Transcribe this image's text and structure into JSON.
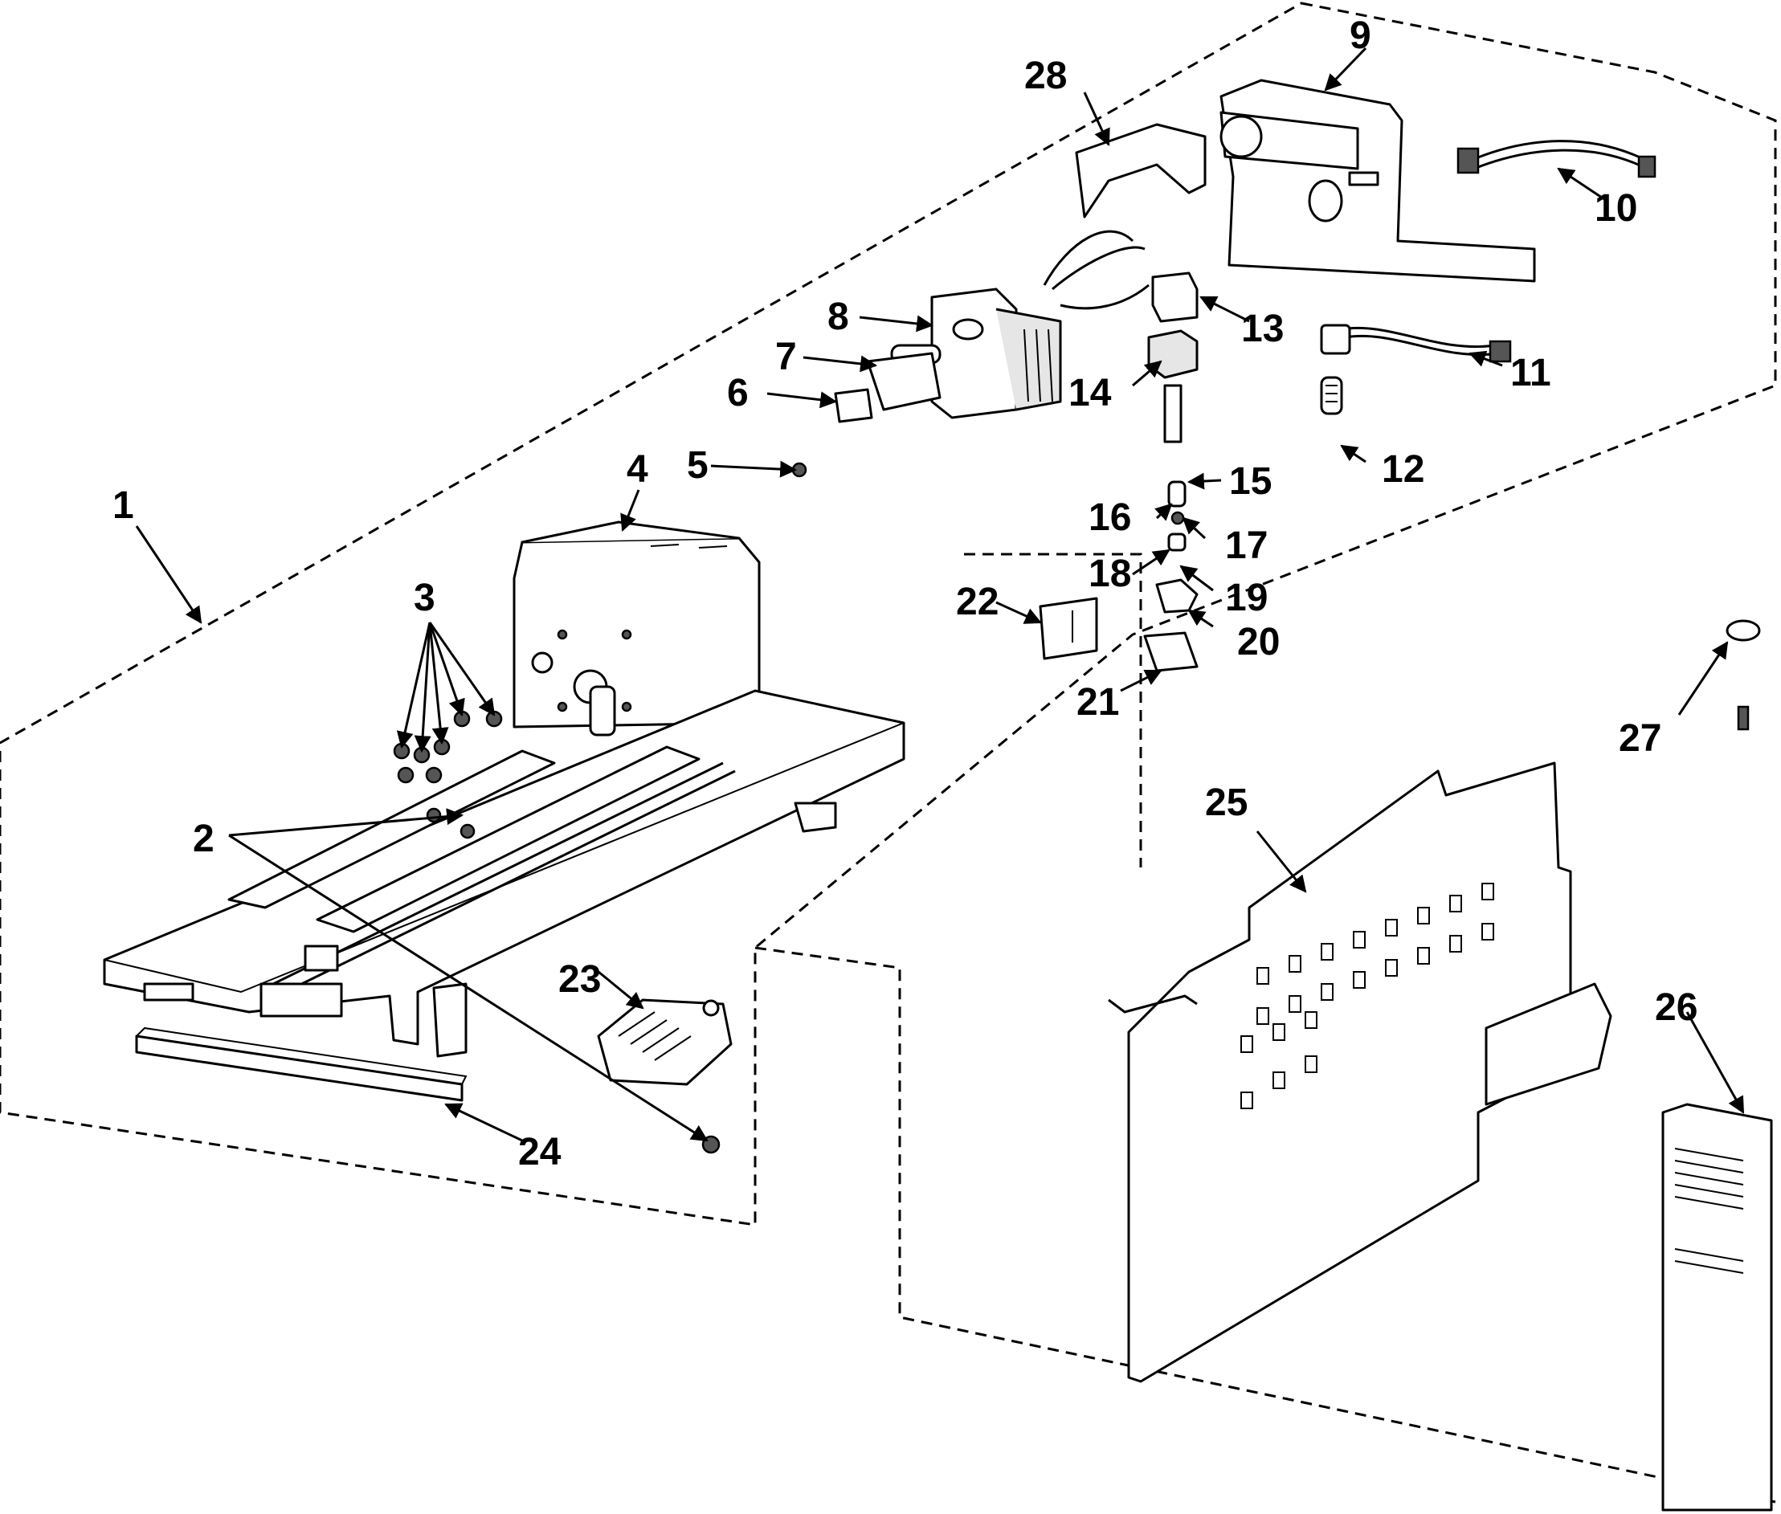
{
  "diagram": {
    "callouts": [
      {
        "id": "1",
        "label": "1"
      },
      {
        "id": "2",
        "label": "2"
      },
      {
        "id": "3",
        "label": "3"
      },
      {
        "id": "4",
        "label": "4"
      },
      {
        "id": "5",
        "label": "5"
      },
      {
        "id": "6",
        "label": "6"
      },
      {
        "id": "7",
        "label": "7"
      },
      {
        "id": "8",
        "label": "8"
      },
      {
        "id": "9",
        "label": "9"
      },
      {
        "id": "10",
        "label": "10"
      },
      {
        "id": "11",
        "label": "11"
      },
      {
        "id": "12",
        "label": "12"
      },
      {
        "id": "13",
        "label": "13"
      },
      {
        "id": "14",
        "label": "14"
      },
      {
        "id": "15",
        "label": "15"
      },
      {
        "id": "16",
        "label": "16"
      },
      {
        "id": "17",
        "label": "17"
      },
      {
        "id": "18",
        "label": "18"
      },
      {
        "id": "19",
        "label": "19"
      },
      {
        "id": "20",
        "label": "20"
      },
      {
        "id": "21",
        "label": "21"
      },
      {
        "id": "22",
        "label": "22"
      },
      {
        "id": "23",
        "label": "23"
      },
      {
        "id": "24",
        "label": "24"
      },
      {
        "id": "25",
        "label": "25"
      },
      {
        "id": "26",
        "label": "26"
      },
      {
        "id": "27",
        "label": "27"
      },
      {
        "id": "28",
        "label": "28"
      }
    ]
  }
}
